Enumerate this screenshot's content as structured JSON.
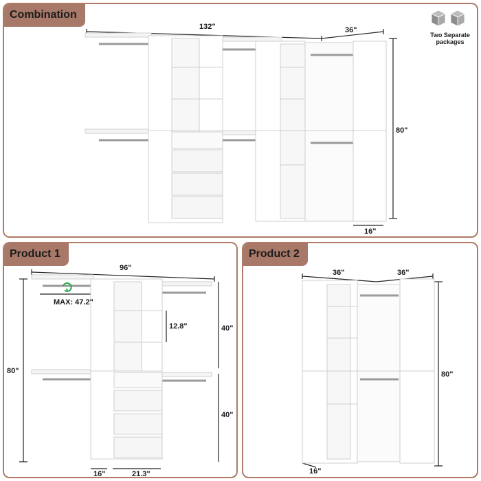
{
  "combination": {
    "title": "Combination",
    "width_main": "132\"",
    "width_corner": "36\"",
    "height": "80\"",
    "depth": "16\"",
    "packages_label": "Two Separate packages",
    "packages_icon": "boxes-icon"
  },
  "product1": {
    "title": "Product 1",
    "width": "96\"",
    "height": "80\"",
    "upper_height": "40\"",
    "lower_height": "40\"",
    "shelf_spacing": "12.8\"",
    "rod_max": "MAX: 47.2\"",
    "depth": "16\"",
    "tower_width": "21.3\""
  },
  "product2": {
    "title": "Product 2",
    "width_left": "36\"",
    "width_right": "36\"",
    "height": "80\"",
    "depth": "16\""
  },
  "colors": {
    "accent": "#a87868",
    "border": "#b07a66",
    "wood": "#ffffff",
    "shadow": "#e6e6e6"
  }
}
